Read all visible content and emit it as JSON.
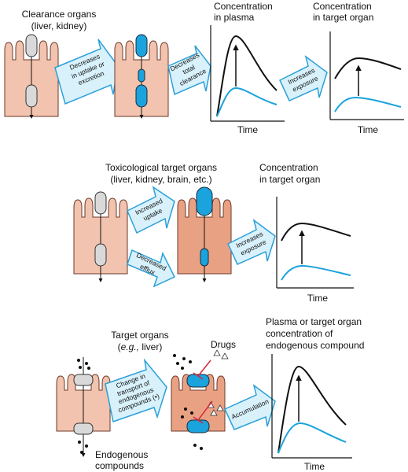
{
  "colors": {
    "cell_fill": "#f2c3ae",
    "cell_stroke": "#6b3a2a",
    "cell_dark_fill": "#e9a184",
    "transporter_gray": "#d9d9d9",
    "transporter_blue": "#1aa3dc",
    "arrow_fill": "#d8f1fb",
    "arrow_stroke": "#2b9fd8",
    "curve_black": "#111111",
    "curve_blue": "#1aa3dc",
    "inhibit_red": "#d7263d"
  },
  "panel1": {
    "title_line1": "Clearance organs",
    "title_line2": "(liver, kidney)",
    "arrow1": [
      "Decreases",
      "in uptake or",
      "excretion"
    ],
    "arrow2": [
      "Decreases",
      "total",
      "clearance"
    ],
    "arrow3": [
      "Increases",
      "exposure"
    ],
    "chart1": {
      "title_line1": "Concentration",
      "title_line2": "in plasma",
      "xlabel": "Time"
    },
    "chart2": {
      "title_line1": "Concentration",
      "title_line2": "in target organ",
      "xlabel": "Time"
    }
  },
  "panel2": {
    "title_line1": "Toxicological target organs",
    "title_line2": "(liver, kidney, brain, etc.)",
    "arrow_up": [
      "Increased",
      "uptake"
    ],
    "arrow_down": [
      "Decreased",
      "efflux"
    ],
    "arrow_right": [
      "Increases",
      "exposure"
    ],
    "chart": {
      "title_line1": "Concentration",
      "title_line2": "in target organ",
      "xlabel": "Time"
    }
  },
  "panel3": {
    "title_line1": "Target organs",
    "title_line2_prefix": "(",
    "title_line2_italic": "e.g.,",
    "title_line2_suffix": " liver)",
    "drugs_label": "Drugs",
    "arrow1": [
      "Change in",
      "transport of",
      "endogenous",
      "compounds (•)"
    ],
    "arrow2": [
      "Accumulation"
    ],
    "endogenous_line1": "Endogenous",
    "endogenous_line2": "compounds",
    "chart": {
      "title_line1": "Plasma or target organ",
      "title_line2": "concentration of",
      "title_line3": "endogenous compound",
      "xlabel": "Time"
    }
  }
}
